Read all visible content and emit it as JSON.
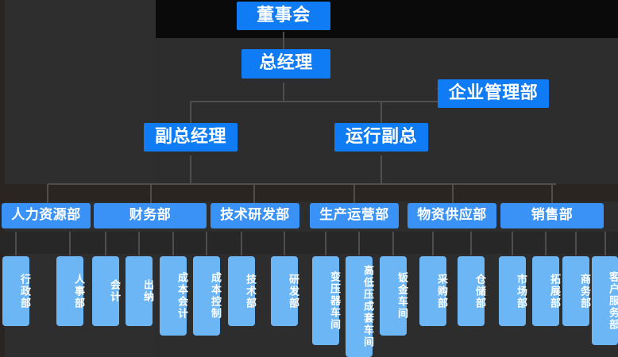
{
  "chart": {
    "type": "org-chart",
    "title": "",
    "background_color": "#2b2b2b",
    "colors": {
      "executive": "#0f7cf6",
      "department": "#3a92f7",
      "leaf": "#6cb6f5",
      "text": "#ffffff",
      "connector": "#4a4a4a"
    }
  },
  "nodes": {
    "board": {
      "label": "董事会"
    },
    "general_manager": {
      "label": "总经理"
    },
    "enterprise_mgmt": {
      "label": "企业管理部"
    },
    "deputy_gm": {
      "label": "副总经理"
    },
    "ops_vp": {
      "label": "运行副总"
    }
  },
  "departments": [
    {
      "id": "hr",
      "label": "人力资源部"
    },
    {
      "id": "finance",
      "label": "财务部"
    },
    {
      "id": "tech_rd",
      "label": "技术研发部"
    },
    {
      "id": "prod_ops",
      "label": "生产运营部"
    },
    {
      "id": "supply",
      "label": "物资供应部"
    },
    {
      "id": "sales",
      "label": "销售部"
    }
  ],
  "leaves": [
    {
      "id": "admin",
      "label": "行政部",
      "parent": "hr"
    },
    {
      "id": "personnel",
      "label": "人事部",
      "parent": "hr"
    },
    {
      "id": "accounting",
      "label": "会计",
      "parent": "finance"
    },
    {
      "id": "cashier",
      "label": "出纳",
      "parent": "finance"
    },
    {
      "id": "cost_acct",
      "label": "成本会计",
      "parent": "finance"
    },
    {
      "id": "cost_ctrl",
      "label": "成本控制",
      "parent": "finance"
    },
    {
      "id": "tech_dept",
      "label": "技术部",
      "parent": "tech_rd"
    },
    {
      "id": "rd_dept",
      "label": "研发部",
      "parent": "tech_rd"
    },
    {
      "id": "transformer",
      "label": "变压器车间",
      "parent": "prod_ops"
    },
    {
      "id": "hv_lv",
      "label": "高低压成套车间",
      "parent": "prod_ops"
    },
    {
      "id": "sheet_metal",
      "label": "钣金车间",
      "parent": "prod_ops"
    },
    {
      "id": "purchasing",
      "label": "采购部",
      "parent": "supply"
    },
    {
      "id": "warehouse",
      "label": "仓储部",
      "parent": "supply"
    },
    {
      "id": "market",
      "label": "市场部",
      "parent": "sales"
    },
    {
      "id": "expansion",
      "label": "拓展部",
      "parent": "sales"
    },
    {
      "id": "business",
      "label": "商务部",
      "parent": "sales"
    },
    {
      "id": "customer_svc",
      "label": "客户服务部",
      "parent": "sales"
    }
  ]
}
